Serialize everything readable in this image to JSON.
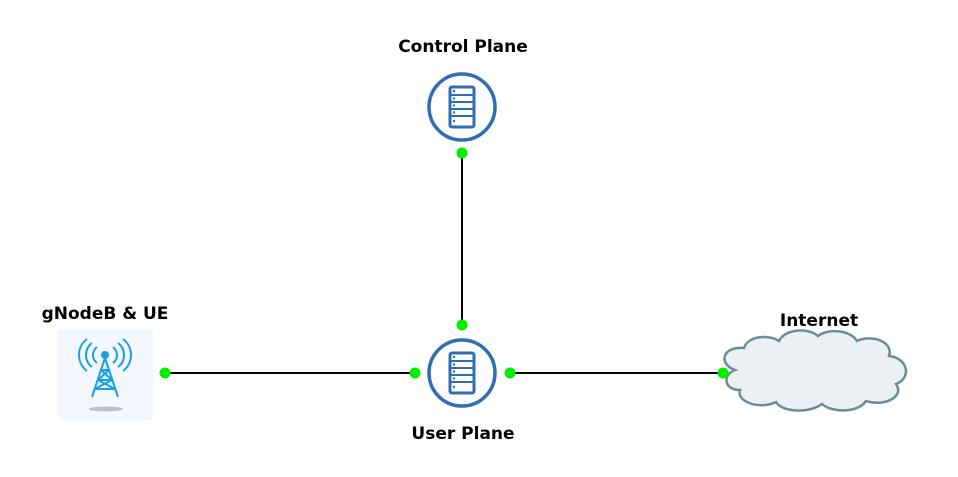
{
  "nodes": {
    "control_plane": {
      "label": "Control Plane",
      "icon": "server-icon"
    },
    "user_plane": {
      "label": "User Plane",
      "icon": "server-icon"
    },
    "gnodeb": {
      "label": "gNodeB & UE",
      "icon": "cell-tower-icon"
    },
    "internet": {
      "label": "Internet",
      "icon": "cloud-icon"
    }
  },
  "edges": [
    {
      "from": "control_plane",
      "to": "user_plane"
    },
    {
      "from": "gnodeb",
      "to": "user_plane"
    },
    {
      "from": "user_plane",
      "to": "internet"
    }
  ],
  "colors": {
    "node_stroke": "#2f6db5",
    "connector": "#00ee00",
    "line": "#000000",
    "cloud_fill": "#ecf0f4",
    "cloud_stroke": "#6b8e94",
    "tower": "#1aa0e0",
    "tower_bg": "#f2f8fd"
  }
}
